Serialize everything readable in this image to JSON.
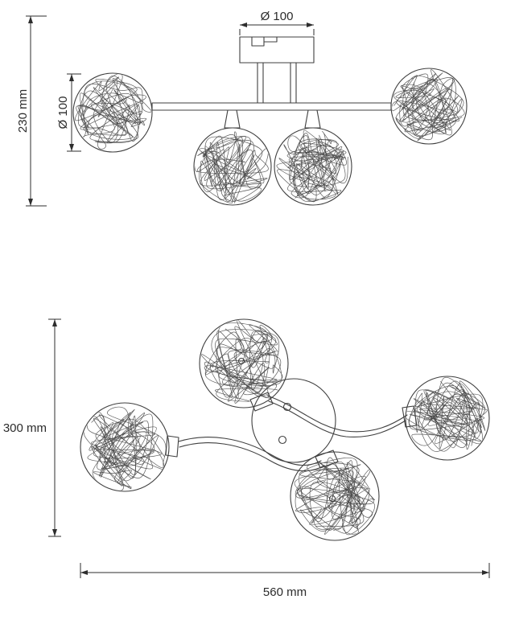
{
  "drawing": {
    "type": "ceiling-lamp dimension drawing, side view and plan view",
    "labels": {
      "canopy_width": "Ø 100",
      "shade_diameter": "Ø 100",
      "overall_height": "230 mm",
      "overall_depth": "300 mm",
      "overall_width": "560 mm"
    },
    "values": {
      "canopy_width_mm": 100,
      "shade_diameter_mm": 100,
      "overall_height_mm": 230,
      "overall_depth_mm": 300,
      "overall_width_mm": 560
    },
    "colors": {
      "line": "#3f3f3f",
      "dimension": "#2d2d2d",
      "background": "#ffffff"
    }
  }
}
